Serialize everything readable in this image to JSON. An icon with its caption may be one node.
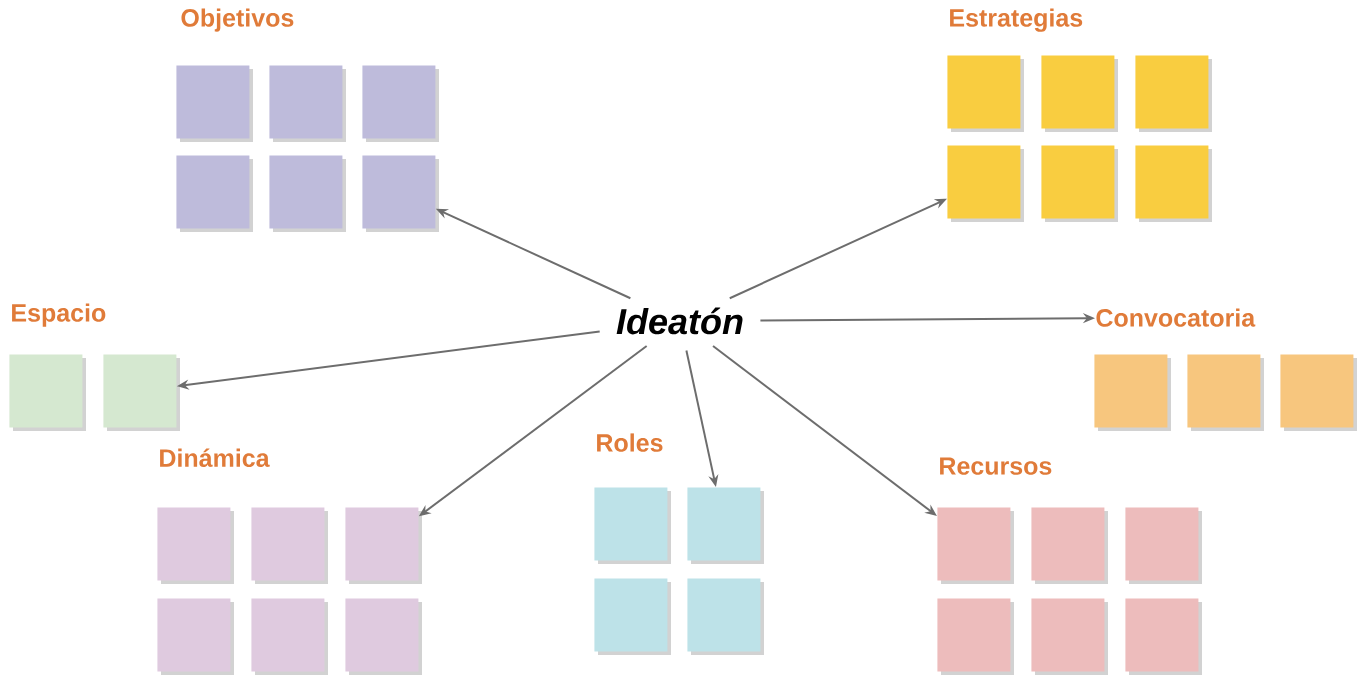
{
  "diagram": {
    "nodes": [
      {
        "text": [
          "Objetivos"
        ]
      },
      {
        "text": [],
        "shape": "box"
      },
      {
        "text": [],
        "shape": "box"
      },
      {
        "text": [],
        "shape": "box"
      },
      {
        "text": [],
        "shape": "box"
      },
      {
        "text": [],
        "shape": "box"
      },
      {
        "text": [],
        "shape": "box"
      },
      {
        "text": [
          "Estrategias"
        ]
      },
      {
        "text": [],
        "shape": "box"
      },
      {
        "text": [],
        "shape": "box"
      },
      {
        "text": [],
        "shape": "box"
      },
      {
        "text": [],
        "shape": "box"
      },
      {
        "text": [],
        "shape": "box"
      },
      {
        "text": [],
        "shape": "box"
      },
      {
        "text": [
          "Espacio"
        ]
      },
      {
        "text": [],
        "shape": "box"
      },
      {
        "text": [],
        "shape": "box"
      },
      {
        "text": [
          "Ideatón"
        ]
      },
      {
        "text": [
          "Convocatoria"
        ]
      },
      {
        "text": [],
        "shape": "box"
      },
      {
        "text": [],
        "shape": "box"
      },
      {
        "text": [],
        "shape": "box"
      },
      {
        "text": [
          "Roles"
        ]
      },
      {
        "text": [],
        "shape": "box"
      },
      {
        "text": [],
        "shape": "box"
      },
      {
        "text": [],
        "shape": "box"
      },
      {
        "text": [],
        "shape": "box"
      },
      {
        "text": [
          "Dinámica"
        ]
      },
      {
        "text": [],
        "shape": "box"
      },
      {
        "text": [],
        "shape": "box"
      },
      {
        "text": [],
        "shape": "box"
      },
      {
        "text": [],
        "shape": "box"
      },
      {
        "text": [],
        "shape": "box"
      },
      {
        "text": [],
        "shape": "box"
      },
      {
        "text": [
          "Recursos"
        ]
      },
      {
        "text": [],
        "shape": "box"
      },
      {
        "text": [],
        "shape": "box"
      },
      {
        "text": [],
        "shape": "box"
      },
      {
        "text": [],
        "shape": "box"
      },
      {
        "text": [],
        "shape": "box"
      },
      {
        "text": [],
        "shape": "box"
      }
    ],
    "edges": [
      {
        "from": 17,
        "to": 6,
        "arrow": "to"
      },
      {
        "from": 17,
        "to": 11,
        "arrow": "to"
      },
      {
        "from": 17,
        "to": 16,
        "arrow": "to"
      },
      {
        "from": 17,
        "to": 18,
        "arrow": "to"
      },
      {
        "from": 17,
        "to": 30,
        "arrow": "to"
      },
      {
        "from": 17,
        "to": 24,
        "arrow": "to"
      },
      {
        "from": 17,
        "to": 35,
        "arrow": "to"
      }
    ]
  }
}
